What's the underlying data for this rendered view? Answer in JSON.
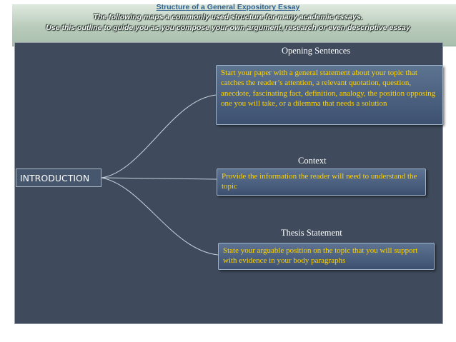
{
  "header": {
    "title": "Structure of a General Expository Essay",
    "line1": "The following maps a commonly used structure for many academic essays.",
    "line2": "Use this outline to guide you as you compose your own argument, research or even descriptive essay"
  },
  "diagram": {
    "root": "INTRODUCTION",
    "branches": [
      {
        "heading": "Opening Sentences",
        "text": "Start your paper with a general statement about your topic that catches the reader’s attention, a relevant quotation, question, anecdote, fascinating fact, definition, analogy, the position opposing one you will take, or a dilemma that needs a solution"
      },
      {
        "heading": "Context",
        "text": "Provide the information the reader will need to understand the topic"
      },
      {
        "heading": "Thesis Statement",
        "text": "State your arguable position on the topic that you will support with evidence in your body paragraphs"
      }
    ]
  },
  "colors": {
    "panel_bg": "#3f4b5c",
    "leaf_text": "#ffd400",
    "header_bg": "#b9cbbb",
    "title_color": "#2f5f8f"
  }
}
